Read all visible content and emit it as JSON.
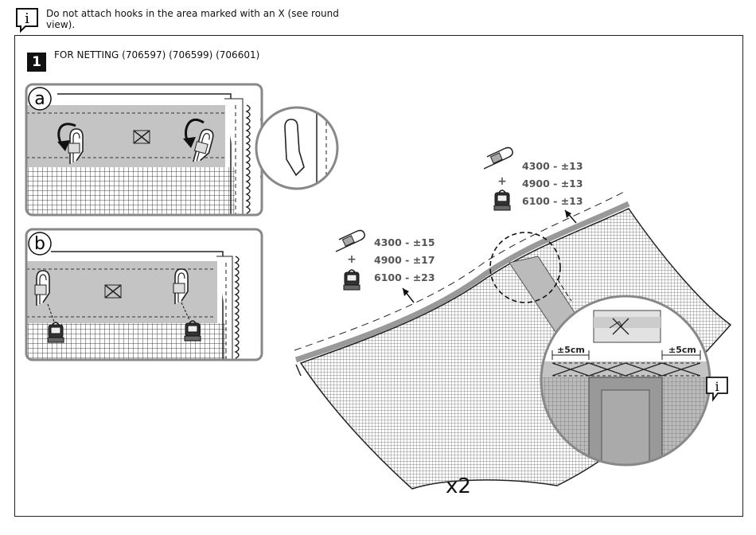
{
  "info_note": {
    "icon": "i",
    "text": "Do not attach hooks in the area marked with an X (see round view)."
  },
  "step": {
    "number": "1",
    "title": "FOR NETTING  (706597) (706599) (706601)",
    "panels": [
      {
        "label": "a"
      },
      {
        "label": "b"
      }
    ]
  },
  "hook_sets": [
    {
      "rows": [
        {
          "size": "4300",
          "count": "±13"
        },
        {
          "size": "4900",
          "count": "±13"
        },
        {
          "size": "6100",
          "count": "±13"
        }
      ],
      "plus": "+"
    },
    {
      "rows": [
        {
          "size": "4300",
          "count": "±15"
        },
        {
          "size": "4900",
          "count": "±17"
        },
        {
          "size": "6100",
          "count": "±23"
        }
      ],
      "plus": "+"
    }
  ],
  "detail": {
    "left_dim": "±5cm",
    "right_dim": "±5cm",
    "info_icon": "i"
  },
  "multiplier": "x2",
  "icons": [
    "info-icon",
    "hook-icon",
    "glider-icon",
    "rotate-arrow-icon",
    "x-mark-icon"
  ]
}
